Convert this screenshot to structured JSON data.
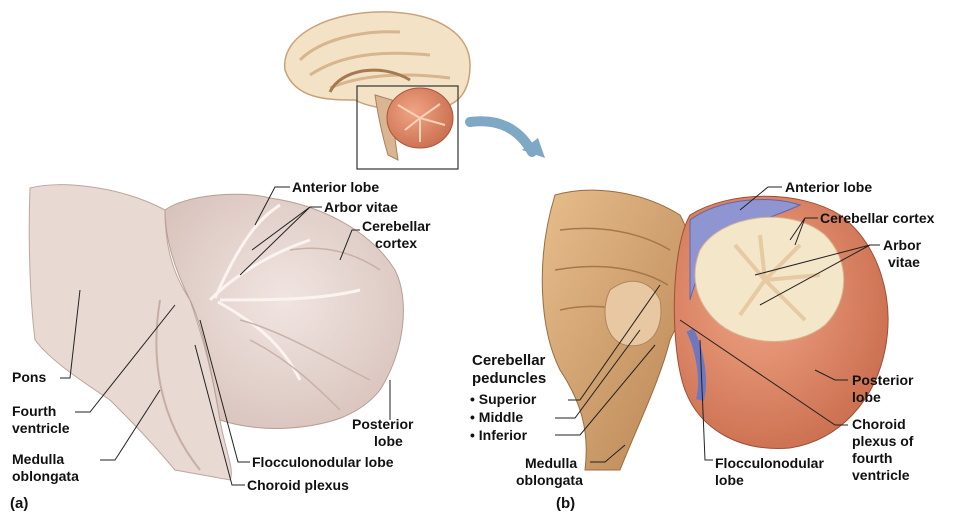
{
  "panel_a": {
    "letter": "(a)",
    "labels": {
      "anterior_lobe": "Anterior lobe",
      "arbor_vitae": "Arbor vitae",
      "cerebellar_cortex_1": "Cerebellar",
      "cerebellar_cortex_2": "cortex",
      "pons": "Pons",
      "fourth_ventricle_1": "Fourth",
      "fourth_ventricle_2": "ventricle",
      "medulla_1": "Medulla",
      "medulla_2": "oblongata",
      "posterior_lobe_1": "Posterior",
      "posterior_lobe_2": "lobe",
      "flocculonodular": "Flocculonodular lobe",
      "choroid_plexus": "Choroid plexus"
    }
  },
  "panel_b": {
    "letter": "(b)",
    "labels": {
      "anterior_lobe": "Anterior lobe",
      "cerebellar_cortex": "Cerebellar cortex",
      "arbor_1": "Arbor",
      "arbor_2": "vitae",
      "peduncles_1": "Cerebellar",
      "peduncles_2": "peduncles",
      "superior": "• Superior",
      "middle": "• Middle",
      "inferior": "• Inferior",
      "medulla_1": "Medulla",
      "medulla_2": "oblongata",
      "flocculonodular_1": "Flocculonodular",
      "flocculonodular_2": "lobe",
      "posterior_1": "Posterior",
      "posterior_2": "lobe",
      "choroid_1": "Choroid",
      "choroid_2": "plexus of",
      "choroid_3": "fourth",
      "choroid_4": "ventricle"
    }
  },
  "colors": {
    "photo_tissue": "#e9dbd6",
    "photo_shadow": "#c9b3ab",
    "brainstem": "#d9a977",
    "cortex_orange": "#e2906e",
    "arbor_cream": "#f4e6c9",
    "blue_cortex": "#8e95d0",
    "arrow": "#7fa8c4"
  }
}
